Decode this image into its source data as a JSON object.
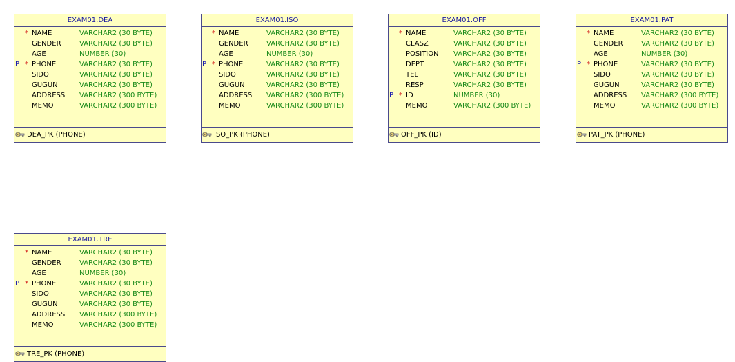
{
  "tables": [
    {
      "name": "EXAM01.DEA",
      "columns": [
        {
          "pk": "",
          "mandatory": "*",
          "name": "NAME",
          "type": "VARCHAR2 (30 BYTE)"
        },
        {
          "pk": "",
          "mandatory": "",
          "name": "GENDER",
          "type": "VARCHAR2 (30 BYTE)"
        },
        {
          "pk": "",
          "mandatory": "",
          "name": "AGE",
          "type": "NUMBER (30)"
        },
        {
          "pk": "P",
          "mandatory": "*",
          "name": "PHONE",
          "type": "VARCHAR2 (30 BYTE)"
        },
        {
          "pk": "",
          "mandatory": "",
          "name": "SIDO",
          "type": "VARCHAR2 (30 BYTE)"
        },
        {
          "pk": "",
          "mandatory": "",
          "name": "GUGUN",
          "type": "VARCHAR2 (30 BYTE)"
        },
        {
          "pk": "",
          "mandatory": "",
          "name": "ADDRESS",
          "type": "VARCHAR2 (300 BYTE)"
        },
        {
          "pk": "",
          "mandatory": "",
          "name": "MEMO",
          "type": "VARCHAR2 (300 BYTE)"
        }
      ],
      "key": "DEA_PK (PHONE)"
    },
    {
      "name": "EXAM01.ISO",
      "columns": [
        {
          "pk": "",
          "mandatory": "*",
          "name": "NAME",
          "type": "VARCHAR2 (30 BYTE)"
        },
        {
          "pk": "",
          "mandatory": "",
          "name": "GENDER",
          "type": "VARCHAR2 (30 BYTE)"
        },
        {
          "pk": "",
          "mandatory": "",
          "name": "AGE",
          "type": "NUMBER (30)"
        },
        {
          "pk": "P",
          "mandatory": "*",
          "name": "PHONE",
          "type": "VARCHAR2 (30 BYTE)"
        },
        {
          "pk": "",
          "mandatory": "",
          "name": "SIDO",
          "type": "VARCHAR2 (30 BYTE)"
        },
        {
          "pk": "",
          "mandatory": "",
          "name": "GUGUN",
          "type": "VARCHAR2 (30 BYTE)"
        },
        {
          "pk": "",
          "mandatory": "",
          "name": "ADDRESS",
          "type": "VARCHAR2 (300 BYTE)"
        },
        {
          "pk": "",
          "mandatory": "",
          "name": "MEMO",
          "type": "VARCHAR2 (300 BYTE)"
        }
      ],
      "key": "ISO_PK (PHONE)"
    },
    {
      "name": "EXAM01.OFF",
      "columns": [
        {
          "pk": "",
          "mandatory": "*",
          "name": "NAME",
          "type": "VARCHAR2 (30 BYTE)"
        },
        {
          "pk": "",
          "mandatory": "",
          "name": "CLASZ",
          "type": "VARCHAR2 (30 BYTE)"
        },
        {
          "pk": "",
          "mandatory": "",
          "name": "POSITION",
          "type": "VARCHAR2 (30 BYTE)"
        },
        {
          "pk": "",
          "mandatory": "",
          "name": "DEPT",
          "type": "VARCHAR2 (30 BYTE)"
        },
        {
          "pk": "",
          "mandatory": "",
          "name": "TEL",
          "type": "VARCHAR2 (30 BYTE)"
        },
        {
          "pk": "",
          "mandatory": "",
          "name": "RESP",
          "type": "VARCHAR2 (30 BYTE)"
        },
        {
          "pk": "P",
          "mandatory": "*",
          "name": "ID",
          "type": "NUMBER (30)"
        },
        {
          "pk": "",
          "mandatory": "",
          "name": "MEMO",
          "type": "VARCHAR2 (300 BYTE)"
        }
      ],
      "key": "OFF_PK (ID)"
    },
    {
      "name": "EXAM01.PAT",
      "columns": [
        {
          "pk": "",
          "mandatory": "*",
          "name": "NAME",
          "type": "VARCHAR2 (30 BYTE)"
        },
        {
          "pk": "",
          "mandatory": "",
          "name": "GENDER",
          "type": "VARCHAR2 (30 BYTE)"
        },
        {
          "pk": "",
          "mandatory": "",
          "name": "AGE",
          "type": "NUMBER (30)"
        },
        {
          "pk": "P",
          "mandatory": "*",
          "name": "PHONE",
          "type": "VARCHAR2 (30 BYTE)"
        },
        {
          "pk": "",
          "mandatory": "",
          "name": "SIDO",
          "type": "VARCHAR2 (30 BYTE)"
        },
        {
          "pk": "",
          "mandatory": "",
          "name": "GUGUN",
          "type": "VARCHAR2 (30 BYTE)"
        },
        {
          "pk": "",
          "mandatory": "",
          "name": "ADDRESS",
          "type": "VARCHAR2 (300 BYTE)"
        },
        {
          "pk": "",
          "mandatory": "",
          "name": "MEMO",
          "type": "VARCHAR2 (300 BYTE)"
        }
      ],
      "key": "PAT_PK (PHONE)"
    },
    {
      "name": "EXAM01.TRE",
      "columns": [
        {
          "pk": "",
          "mandatory": "*",
          "name": "NAME",
          "type": "VARCHAR2 (30 BYTE)"
        },
        {
          "pk": "",
          "mandatory": "",
          "name": "GENDER",
          "type": "VARCHAR2 (30 BYTE)"
        },
        {
          "pk": "",
          "mandatory": "",
          "name": "AGE",
          "type": "NUMBER (30)"
        },
        {
          "pk": "P",
          "mandatory": "*",
          "name": "PHONE",
          "type": "VARCHAR2 (30 BYTE)"
        },
        {
          "pk": "",
          "mandatory": "",
          "name": "SIDO",
          "type": "VARCHAR2 (30 BYTE)"
        },
        {
          "pk": "",
          "mandatory": "",
          "name": "GUGUN",
          "type": "VARCHAR2 (30 BYTE)"
        },
        {
          "pk": "",
          "mandatory": "",
          "name": "ADDRESS",
          "type": "VARCHAR2 (300 BYTE)"
        },
        {
          "pk": "",
          "mandatory": "",
          "name": "MEMO",
          "type": "VARCHAR2 (300 BYTE)"
        }
      ],
      "key": "TRE_PK (PHONE)"
    }
  ],
  "colors": {
    "table_fill": "#ffffc0",
    "border": "#4a4a8c",
    "title_text": "#1a1aa0",
    "type_text": "#1a8a1a",
    "mandatory_marker": "#d01010",
    "pk_marker": "#1a1ab0"
  },
  "icons": {
    "key": "key-icon"
  }
}
